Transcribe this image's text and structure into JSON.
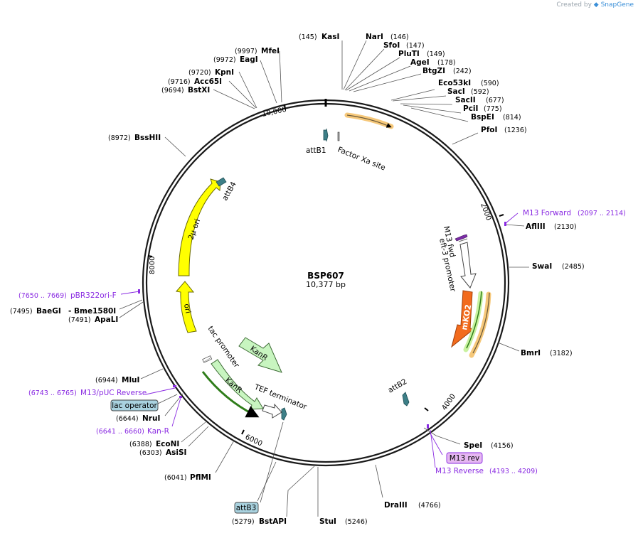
{
  "header": {
    "credit_prefix": "Created by",
    "credit_brand": "SnapGene"
  },
  "plasmid": {
    "name": "BSP607",
    "size_label": "10,377 bp"
  },
  "colors": {
    "enzyme": "#000000",
    "primer": "#8a2be2",
    "backbone": "#1a1a1a",
    "ori_yellow": "#ffff00",
    "kanr_green": "#c8f5c0",
    "mko2_orange": "#f26b1d",
    "attb_teal": "#3d7f87",
    "orf_band": "#f6c87a"
  },
  "ticks": {
    "t2000": "2000",
    "t4000": "4000",
    "t6000": "6000",
    "t8000": "8000",
    "t10000": "10,000"
  },
  "enzymes": {
    "kasi": {
      "name": "KasI",
      "pos": "(145)"
    },
    "nari": {
      "name": "NarI",
      "pos": "(146)"
    },
    "sfoi": {
      "name": "SfoI",
      "pos": "(147)"
    },
    "pluti": {
      "name": "PluTI",
      "pos": "(149)"
    },
    "agei": {
      "name": "AgeI",
      "pos": "(178)"
    },
    "btgzi": {
      "name": "BtgZI",
      "pos": "(242)"
    },
    "eco53ki": {
      "name": "Eco53kI",
      "pos": "(590)"
    },
    "saci": {
      "name": "SacI",
      "pos": "(592)"
    },
    "sacii": {
      "name": "SacII",
      "pos": "(677)"
    },
    "pcii": {
      "name": "PciI",
      "pos": "(775)"
    },
    "bspei": {
      "name": "BspEI",
      "pos": "(814)"
    },
    "pfoi": {
      "name": "PfoI",
      "pos": "(1236)"
    },
    "aflii": {
      "name": "AflIII",
      "pos": "(2130)"
    },
    "swai": {
      "name": "SwaI",
      "pos": "(2485)"
    },
    "bmri": {
      "name": "BmrI",
      "pos": "(3182)"
    },
    "spei": {
      "name": "SpeI",
      "pos": "(4156)"
    },
    "draiii": {
      "name": "DraIII",
      "pos": "(4766)"
    },
    "stui": {
      "name": "StuI",
      "pos": "(5246)"
    },
    "bstapi": {
      "name": "BstAPI",
      "pos": "(5279)"
    },
    "pflmi": {
      "name": "PflMI",
      "pos": "(6041)"
    },
    "asisi": {
      "name": "AsiSI",
      "pos": "(6303)"
    },
    "econi": {
      "name": "EcoNI",
      "pos": "(6388)"
    },
    "nrui": {
      "name": "NruI",
      "pos": "(6644)"
    },
    "mlui": {
      "name": "MluI",
      "pos": "(6944)"
    },
    "apali": {
      "name": "ApaLI",
      "pos": "(7491)"
    },
    "baegi": {
      "name": "BaeGI",
      "pos": "(7495)"
    },
    "bme1580i": {
      "name": "- Bme1580I"
    },
    "bsshii": {
      "name": "BssHII",
      "pos": "(8972)"
    },
    "bstxi": {
      "name": "BstXI",
      "pos": "(9694)"
    },
    "acc65i": {
      "name": "Acc65I",
      "pos": "(9716)"
    },
    "kpni": {
      "name": "KpnI",
      "pos": "(9720)"
    },
    "eagi": {
      "name": "EagI",
      "pos": "(9972)"
    },
    "mfei": {
      "name": "MfeI",
      "pos": "(9997)"
    }
  },
  "primers": {
    "m13_forward": {
      "name": "M13 Forward",
      "range": "(2097 .. 2114)"
    },
    "m13_reverse": {
      "name": "M13 Reverse",
      "range": "(4193 .. 4209)"
    },
    "m13_puc_reverse": {
      "name": "M13/pUC Reverse",
      "range": "(6743 .. 6765)"
    },
    "kan_r": {
      "name": "Kan-R",
      "range": "(6641 .. 6660)"
    },
    "pbr322ori_f": {
      "name": "pBR322ori-F",
      "range": "(7650 .. 7669)"
    }
  },
  "features": {
    "attb1": "attB1",
    "factor_xa": "Factor Xa site",
    "m13_fwd": "M13 fwd",
    "eft3": "eft-3 promoter",
    "mko2": "mKO2",
    "attb2": "attB2",
    "m13_rev_box": "M13 rev",
    "attb3_box": "attB3",
    "tef_terminator": "TEF terminator",
    "kanr_outer": "KanR",
    "kanr_inner": "KanR",
    "tac_promoter": "tac promoter",
    "lac_operator_box": "lac operator",
    "ori": "ori",
    "two_micron_ori": "2μ ori",
    "attb4": "attB4"
  }
}
